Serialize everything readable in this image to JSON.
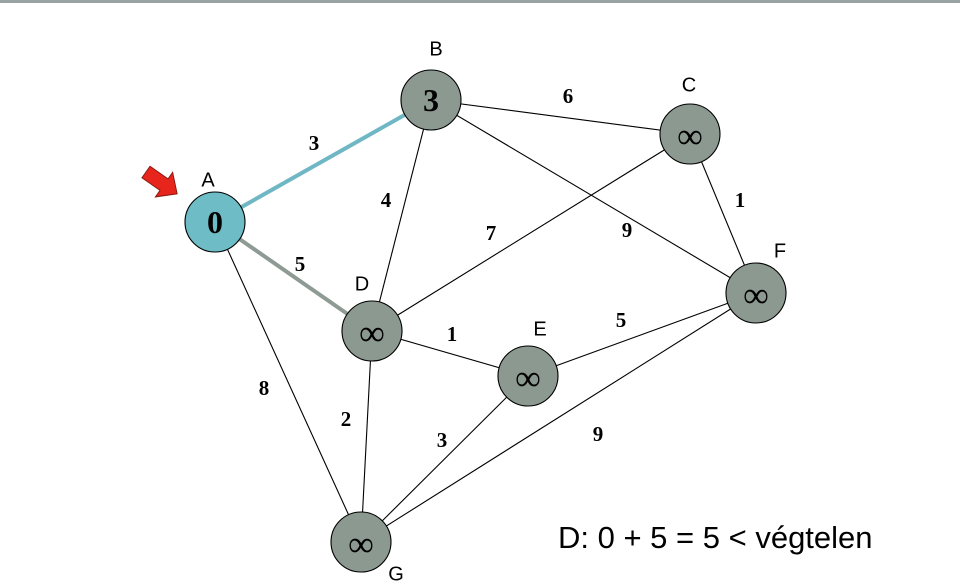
{
  "nodes": [
    {
      "id": "A",
      "label": "A",
      "value": "0",
      "active": true
    },
    {
      "id": "B",
      "label": "B",
      "value": "3",
      "active": false
    },
    {
      "id": "C",
      "label": "C",
      "value": "∞",
      "active": false
    },
    {
      "id": "D",
      "label": "D",
      "value": "∞",
      "active": false
    },
    {
      "id": "E",
      "label": "E",
      "value": "∞",
      "active": false
    },
    {
      "id": "F",
      "label": "F",
      "value": "∞",
      "active": false
    },
    {
      "id": "G",
      "label": "G",
      "value": "∞",
      "active": false
    }
  ],
  "edges": [
    {
      "from": "A",
      "to": "B",
      "weight": "3",
      "highlight": "blue"
    },
    {
      "from": "A",
      "to": "D",
      "weight": "5",
      "highlight": "gray"
    },
    {
      "from": "A",
      "to": "G",
      "weight": "8",
      "highlight": "none"
    },
    {
      "from": "B",
      "to": "C",
      "weight": "6",
      "highlight": "none"
    },
    {
      "from": "B",
      "to": "D",
      "weight": "4",
      "highlight": "none"
    },
    {
      "from": "B",
      "to": "F",
      "weight": "9",
      "highlight": "none"
    },
    {
      "from": "C",
      "to": "D",
      "weight": "7",
      "highlight": "none"
    },
    {
      "from": "C",
      "to": "F",
      "weight": "1",
      "highlight": "none"
    },
    {
      "from": "D",
      "to": "E",
      "weight": "1",
      "highlight": "none"
    },
    {
      "from": "D",
      "to": "G",
      "weight": "2",
      "highlight": "none"
    },
    {
      "from": "E",
      "to": "F",
      "weight": "5",
      "highlight": "none"
    },
    {
      "from": "E",
      "to": "G",
      "weight": "3",
      "highlight": "none"
    },
    {
      "from": "F",
      "to": "G",
      "weight": "9",
      "highlight": "none"
    }
  ],
  "caption": "D: 0 + 5 = 5 < végtelen",
  "colors": {
    "active_node": "#6dbcc6",
    "node": "#8c9990",
    "highlight_blue": "#6fb7c4",
    "highlight_gray": "#8e9a94",
    "pointer_arrow": "#e8251c"
  },
  "pointer": {
    "icon": "arrow-pointer-icon",
    "target": "A"
  }
}
